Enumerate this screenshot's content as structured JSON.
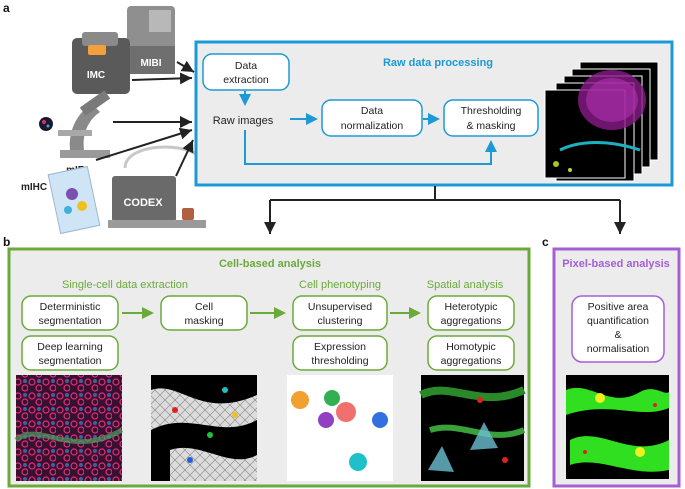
{
  "panel_labels": {
    "a": "a",
    "b": "b",
    "c": "c"
  },
  "instruments": {
    "imc": "IMC",
    "mibi": "MIBI",
    "mif": "mIF",
    "mihc": "mIHC",
    "codex": "CODEX"
  },
  "raw_processing": {
    "title": "Raw data processing",
    "data_extraction": [
      "Data",
      "extraction"
    ],
    "raw_images": "Raw images",
    "data_normalization": [
      "Data",
      "normalization"
    ],
    "thresholding_masking": [
      "Thresholding",
      "& masking"
    ]
  },
  "cell_analysis": {
    "title": "Cell-based analysis",
    "single_cell_header": "Single-cell data extraction",
    "phenotyping_header": "Cell phenotyping",
    "spatial_header": "Spatial analysis",
    "deterministic": [
      "Deterministic",
      "segmentation"
    ],
    "deep_learning": [
      "Deep learning",
      "segmentation"
    ],
    "cell_masking": [
      "Cell",
      "masking"
    ],
    "unsupervised": [
      "Unsupervised",
      "clustering"
    ],
    "expression": [
      "Expression",
      "thresholding"
    ],
    "heterotypic": [
      "Heterotypic",
      "aggregations"
    ],
    "homotypic": [
      "Homotypic",
      "aggregations"
    ]
  },
  "pixel_analysis": {
    "title": "Pixel-based analysis",
    "box": [
      "Positive area",
      "quantification",
      "&",
      "normalisation"
    ]
  },
  "colors": {
    "blue": "#1b9ad6",
    "green": "#6aaa3a",
    "purple": "#a55fd6",
    "panel_bg": "#e9e9e9"
  }
}
